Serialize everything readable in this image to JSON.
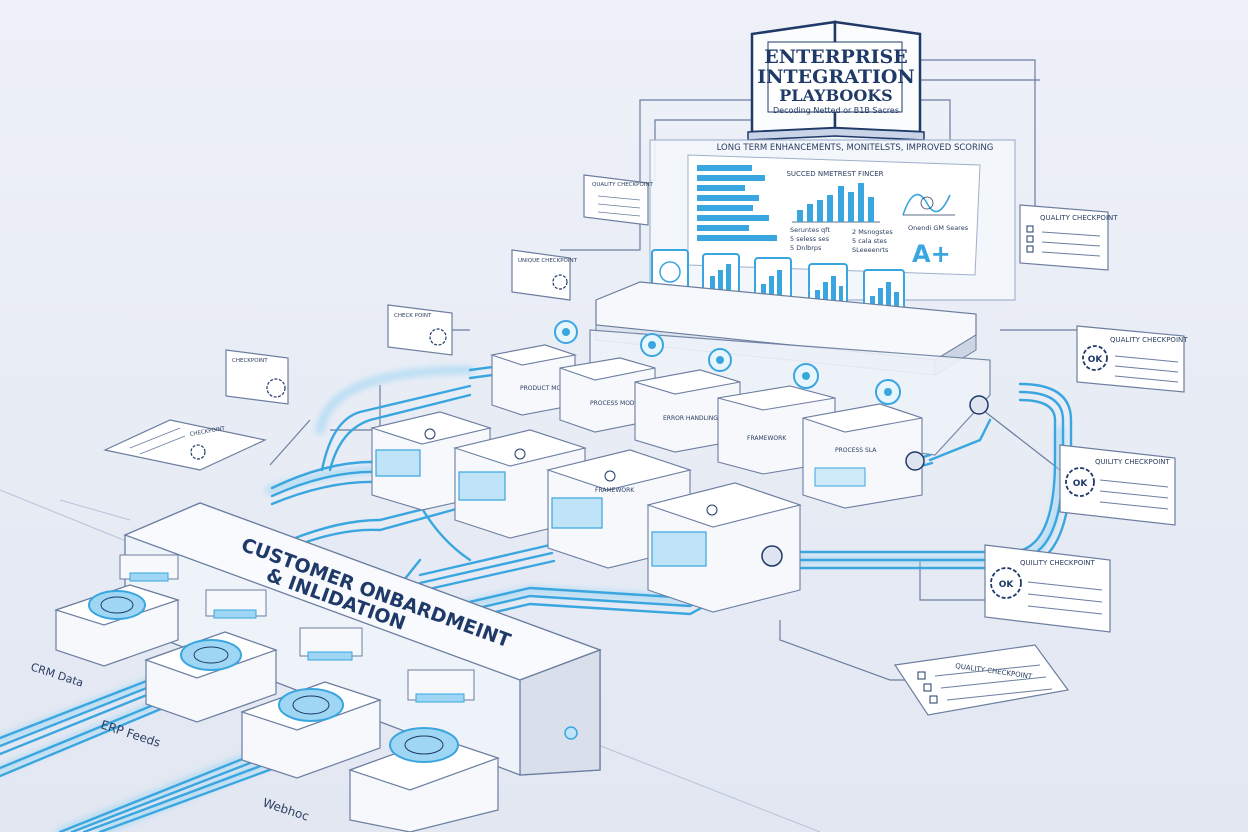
{
  "colors": {
    "background": "#e9edf6",
    "pipe": "#3aa6e0",
    "pipe_light": "#9fd6f3",
    "navy": "#1f3a68",
    "box_fill": "#f6f8fc",
    "box_side": "#dfe5f0",
    "line": "#6c7ea0"
  },
  "book": {
    "title_line1": "ENTERPRISE",
    "title_line2": "INTEGRATION",
    "title_line3": "PLAYBOOKS",
    "subtitle": "Decoding Netted or B1B Sacres"
  },
  "dashboard": {
    "banner": "LONG TERM ENHANCEMENTS, MONITELSTS, IMPROVED SCORING",
    "chart_title": "SUCCED NMETREST FINCER",
    "text_left": [
      "Seruntes qft",
      "5 seless ses",
      "5 Dnlbrps"
    ],
    "text_mid": [
      "2 Msnogstes",
      "5 cala stes",
      "SLeeeenrts"
    ],
    "gauge_label": "Onendi GM Seares",
    "grade": "A+"
  },
  "main_platform": {
    "title_line1": "CUSTOMER ONBARDMEINT",
    "title_line2": "& INLIDATION"
  },
  "inputs": [
    "CRM Data",
    "ERP Feeds",
    "Webhoc"
  ],
  "right_checkpoints": [
    "QUALITY CHECKPOINT",
    "QUALITY CHECKPOINT",
    "QUILITY CHECKPOINT",
    "QUILITY CHECKPOINT",
    "QUALITY CHECKPOINT"
  ],
  "left_notes": [
    "QUALITY CHECKPOINT",
    "UNIQUE CHECKPOINT",
    "CHECK POINT",
    "CHECKPOINT",
    "CHECKPOINT"
  ],
  "module_labels": [
    "PRODUCT MODULE",
    "PROCESS MODULE",
    "ERROR HANDLING",
    "FRAMEWORK",
    "PROCESS SLA",
    "FRAMEWORK"
  ],
  "icons": {
    "input_modules": "handshake-icon",
    "checkpoint": "gear-ok-icon",
    "dashboard_tiles": "bar-chart-icon"
  }
}
